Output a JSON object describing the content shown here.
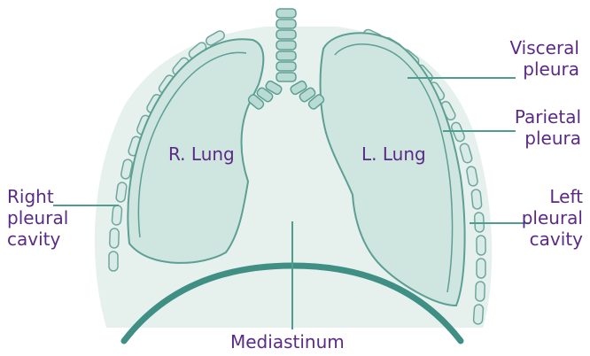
{
  "diagram": {
    "labels": {
      "visceral_pleura": [
        "Visceral",
        "pleura"
      ],
      "parietal_pleura": [
        "Parietal",
        "pleura"
      ],
      "right_lung": "R. Lung",
      "left_lung": "L. Lung",
      "right_pleural_cavity": [
        "Right",
        "pleural",
        "cavity"
      ],
      "left_pleural_cavity": [
        "Left",
        "pleural",
        "cavity"
      ],
      "mediastinum": "Mediastinum"
    },
    "colors": {
      "label_text": "#5b2a86",
      "lung_fill": "#cfe5df",
      "cavity_fill": "#e6f1ee",
      "outline": "#5d9f94",
      "diaphragm": "#3f8f84",
      "leader_line": "#4f9c91"
    }
  }
}
